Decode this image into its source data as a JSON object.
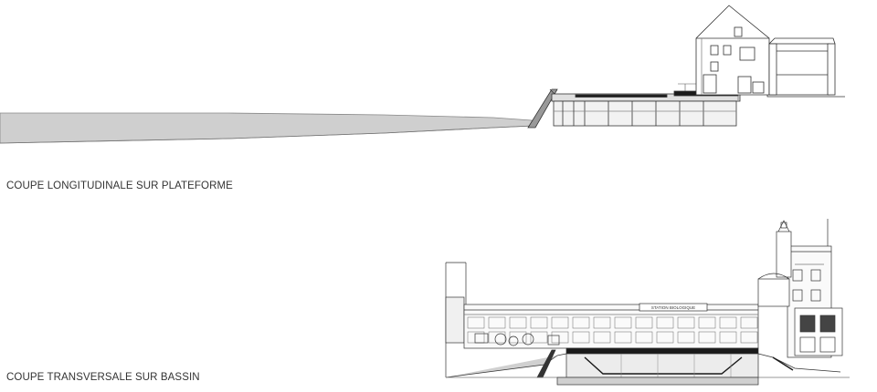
{
  "sections": {
    "longitudinal": {
      "label": "COUPE LONGITUDINALE SUR PLATEFORME"
    },
    "transversal": {
      "label": "COUPE TRANSVERSALE SUR BASSIN"
    }
  },
  "signage": {
    "facade_sign": "STATION BIOLOGIQUE"
  },
  "colors": {
    "line": "#333333",
    "fill_light": "#d6d6d6",
    "fill_dark": "#1a1a1a",
    "ground": "#cfcfcf"
  }
}
